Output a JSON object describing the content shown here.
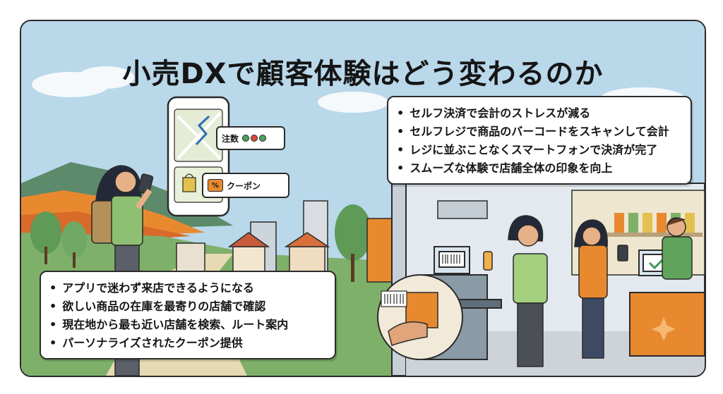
{
  "title": "小売DXで顧客体験はどう変わるのか",
  "app_labels": {
    "order": "注数",
    "coupon": "クーポン",
    "coupon_badge": "%"
  },
  "store_benefits": [
    "セルフ決済で会計のストレスが減る",
    "セルフレジで商品のバーコードをスキャンして会計",
    "レジに並ぶことなくスマートフォンで決済が完了",
    "スムーズな体験で店舗全体の印象を向上"
  ],
  "app_benefits": [
    "アプリで迷わず来店できるようになる",
    "欲しい商品の在庫を最寄りの店舗で確認",
    "現在地から最も近い店舗を検索、ルート案内",
    "パーソナライズされたクーポン提供"
  ],
  "colors": {
    "sky": "#b9d8ea",
    "accent_orange": "#e8892f",
    "grass": "#7fb06a",
    "outline": "#2b2b2b"
  },
  "icons": [
    "map-route-icon",
    "shopping-bag-icon",
    "coupon-icon",
    "barcode-icon",
    "check-icon",
    "sparkle-icon"
  ]
}
